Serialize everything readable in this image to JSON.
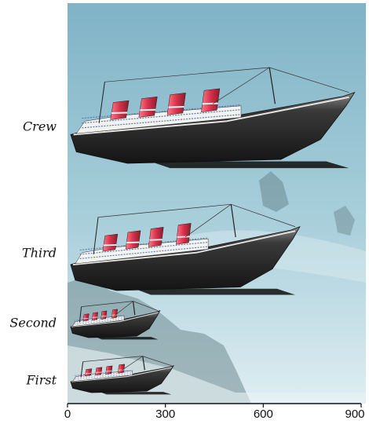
{
  "chart_data": {
    "type": "bar",
    "orientation": "horizontal",
    "style": "pictograph-ships",
    "categories": [
      "Crew",
      "Third",
      "Second",
      "First"
    ],
    "values": [
      880,
      712,
      283,
      325
    ],
    "xlim": [
      0,
      900
    ],
    "xticks": [
      0,
      300,
      600,
      900
    ],
    "title": "",
    "xlabel": "",
    "ylabel": "",
    "grid": false,
    "legend": "none",
    "colors": {
      "hull": "#2f2f2f",
      "hull_light": "#d8d8d8",
      "funnel": "#d8324a",
      "decks": "#f2f2ee",
      "deck_stripe": "#5b79b5",
      "sky_top": "#7fb3c6",
      "sky_bottom": "#dfeef2",
      "axis": "#111111"
    }
  }
}
